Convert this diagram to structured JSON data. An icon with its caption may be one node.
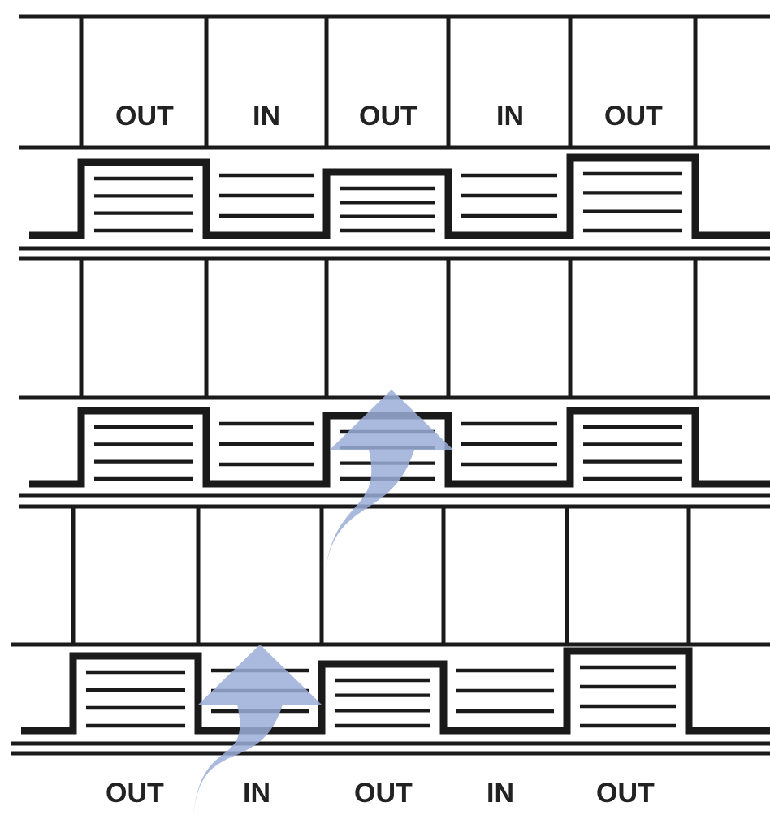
{
  "diagram": {
    "labels": [
      "OUT",
      "IN",
      "OUT",
      "IN",
      "OUT",
      "OUT",
      "IN",
      "OUT",
      "IN",
      "OUT"
    ]
  }
}
